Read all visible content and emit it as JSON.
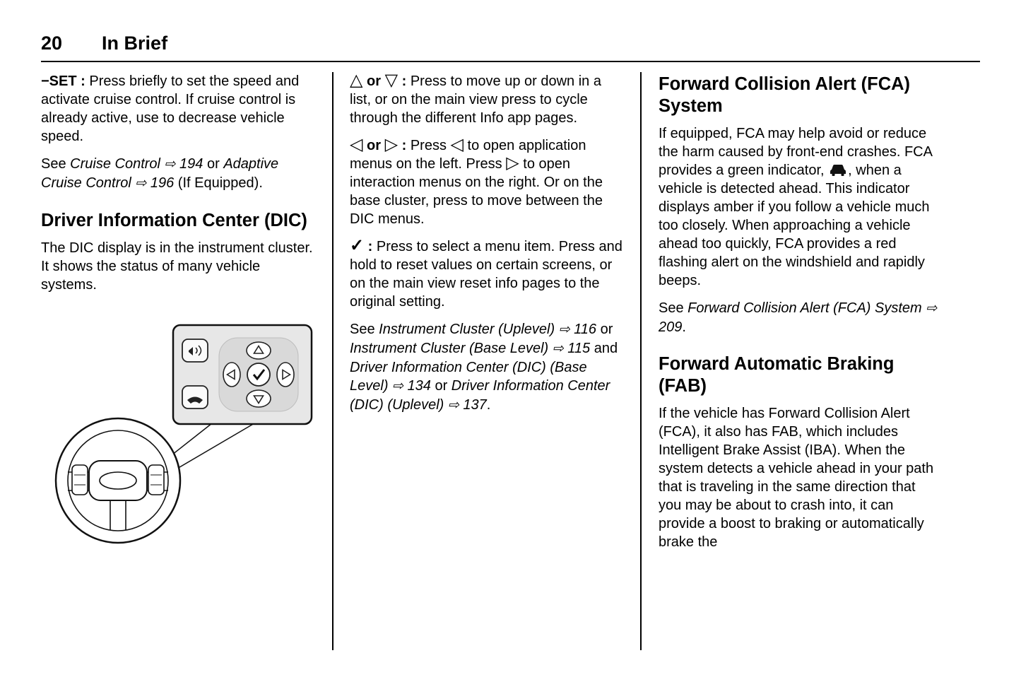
{
  "page": {
    "number": "20",
    "section": "In Brief"
  },
  "col1": {
    "blocks": [
      {
        "type": "p",
        "segments": [
          {
            "t": "−SET :",
            "b": true
          },
          {
            "t": " Press briefly to set the speed and activate cruise control. If cruise control is already active, use to decrease vehicle speed."
          }
        ]
      },
      {
        "type": "p",
        "segments": [
          {
            "t": "See "
          },
          {
            "t": "Cruise Control ",
            "i": true
          },
          {
            "t": "⇨",
            "sym": true,
            "i": true,
            "name": "page-ref-arrow-icon"
          },
          {
            "t": " 194",
            "i": true
          },
          {
            "t": " or "
          },
          {
            "t": "Adaptive Cruise Control ",
            "i": true
          },
          {
            "t": "⇨",
            "sym": true,
            "i": true,
            "name": "page-ref-arrow-icon"
          },
          {
            "t": " 196",
            "i": true
          },
          {
            "t": " (If Equipped)."
          }
        ]
      },
      {
        "type": "h2",
        "text": "Driver Information Center (DIC)"
      },
      {
        "type": "p",
        "segments": [
          {
            "t": "The DIC display is in the instrument cluster. It shows the status of many vehicle systems."
          }
        ]
      }
    ]
  },
  "col2": {
    "blocks": [
      {
        "type": "p",
        "segments": [
          {
            "t": "△",
            "sym": true,
            "name": "up-arrow-icon"
          },
          {
            "t": " or ",
            "b": true
          },
          {
            "t": "▽",
            "sym": true,
            "name": "down-arrow-icon"
          },
          {
            "t": " : ",
            "b": true
          },
          {
            "t": "Press to move up or down in a list, or on the main view press to cycle through the different Info app pages."
          }
        ]
      },
      {
        "type": "p",
        "segments": [
          {
            "t": "◁",
            "sym": true,
            "name": "left-arrow-icon"
          },
          {
            "t": " or ",
            "b": true
          },
          {
            "t": "▷",
            "sym": true,
            "name": "right-arrow-icon"
          },
          {
            "t": " : ",
            "b": true
          },
          {
            "t": "Press "
          },
          {
            "t": "◁",
            "sym": true,
            "name": "left-arrow-icon"
          },
          {
            "t": " to open application menus on the left. Press "
          },
          {
            "t": "▷",
            "sym": true,
            "name": "right-arrow-icon"
          },
          {
            "t": " to open interaction menus on the right. Or on the base cluster, press to move between the DIC menus."
          }
        ]
      },
      {
        "type": "p",
        "segments": [
          {
            "t": "✓",
            "sym": true,
            "b": true,
            "name": "check-icon"
          },
          {
            "t": " : ",
            "b": true
          },
          {
            "t": "Press to select a menu item. Press and hold to reset values on certain screens, or on the main view reset info pages to the original setting."
          }
        ]
      },
      {
        "type": "p",
        "segments": [
          {
            "t": "See "
          },
          {
            "t": "Instrument Cluster (Uplevel) ",
            "i": true
          },
          {
            "t": "⇨",
            "sym": true,
            "i": true,
            "name": "page-ref-arrow-icon"
          },
          {
            "t": " 116",
            "i": true
          },
          {
            "t": " or "
          },
          {
            "t": "Instrument Cluster (Base Level) ",
            "i": true
          },
          {
            "t": "⇨",
            "sym": true,
            "i": true,
            "name": "page-ref-arrow-icon"
          },
          {
            "t": " 115",
            "i": true
          },
          {
            "t": " and "
          },
          {
            "t": "Driver Information Center (DIC) (Base Level) ",
            "i": true
          },
          {
            "t": "⇨",
            "sym": true,
            "i": true,
            "name": "page-ref-arrow-icon"
          },
          {
            "t": " 134",
            "i": true
          },
          {
            "t": " or "
          },
          {
            "t": "Driver Information Center (DIC) (Uplevel) ",
            "i": true
          },
          {
            "t": "⇨",
            "sym": true,
            "i": true,
            "name": "page-ref-arrow-icon"
          },
          {
            "t": " 137",
            "i": true
          },
          {
            "t": "."
          }
        ]
      }
    ]
  },
  "col3": {
    "blocks": [
      {
        "type": "h2",
        "text": "Forward Collision Alert (FCA) System"
      },
      {
        "type": "p",
        "segments": [
          {
            "t": "If equipped, FCA may help avoid or reduce the harm caused by front-end crashes. FCA provides a green indicator, "
          },
          {
            "icon": "vehicle-ahead-icon"
          },
          {
            "t": ", when a vehicle is detected ahead. This indicator displays amber if you follow a vehicle much too closely. When approaching a vehicle ahead too quickly, FCA provides a red flashing alert on the windshield and rapidly beeps."
          }
        ]
      },
      {
        "type": "p",
        "segments": [
          {
            "t": "See "
          },
          {
            "t": "Forward Collision Alert (FCA) System ",
            "i": true
          },
          {
            "t": "⇨",
            "sym": true,
            "i": true,
            "name": "page-ref-arrow-icon"
          },
          {
            "t": " 209",
            "i": true
          },
          {
            "t": "."
          }
        ]
      },
      {
        "type": "h2",
        "text": "Forward Automatic Braking (FAB)"
      },
      {
        "type": "p",
        "segments": [
          {
            "t": "If the vehicle has Forward Collision Alert (FCA), it also has FAB, which includes Intelligent Brake Assist (IBA). When the system detects a vehicle ahead in your path that is traveling in the same direction that you may be about to crash into, it can provide a boost to braking or automatically brake the"
          }
        ]
      }
    ]
  }
}
